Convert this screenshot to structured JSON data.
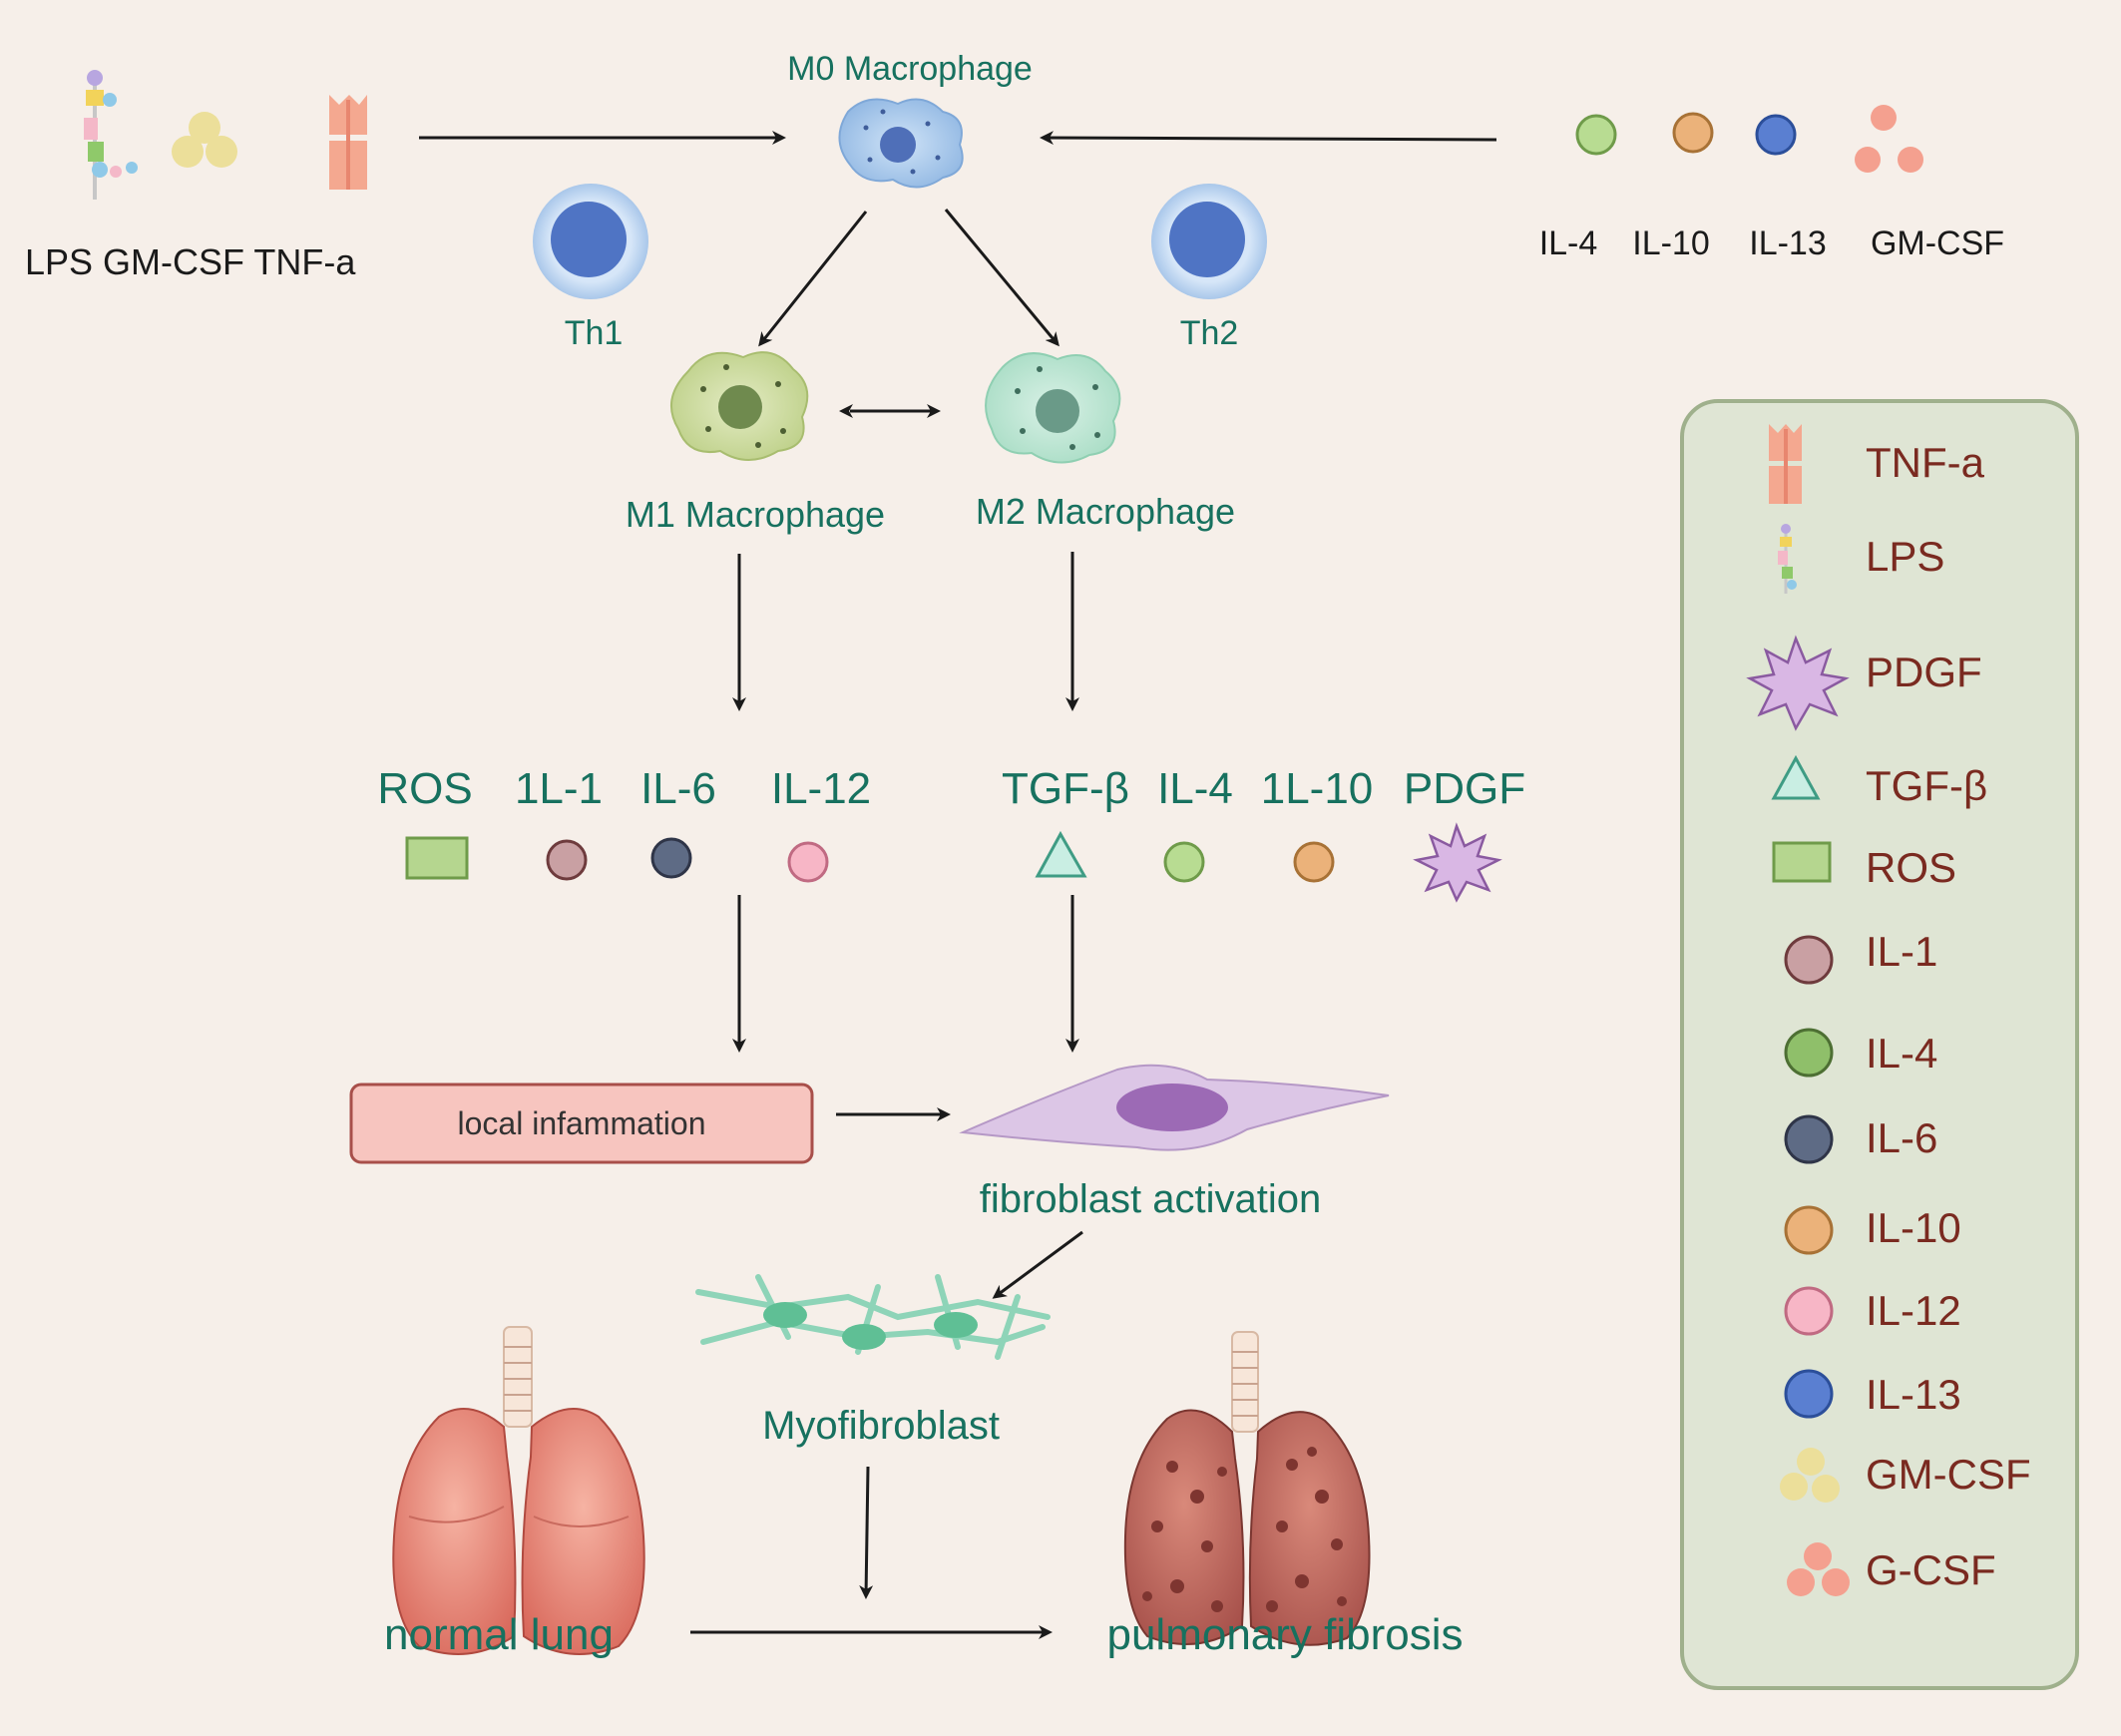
{
  "colors": {
    "background": "#f6efe9",
    "label_teal": "#17715f",
    "legend_text": "#7a2a20",
    "legend_box": "#dfe5d4",
    "legend_border": "#9fb08c",
    "inflammation_fill": "#f7c5bf",
    "inflammation_border": "#a84f4a"
  },
  "top": {
    "m0_label": "M0 Macrophage",
    "left_stimuli": "LPS GM-CSF TNF-a",
    "right_stimuli": [
      "IL-4",
      "IL-10",
      "IL-13",
      "GM-CSF"
    ],
    "th1_label": "Th1",
    "th2_label": "Th2"
  },
  "macrophages": {
    "m1_label": "M1 Macrophage",
    "m2_label": "M2 Macrophage"
  },
  "m1_factors": [
    "ROS",
    "1L-1",
    "IL-6",
    "IL-12"
  ],
  "m2_factors": [
    "TGF-β",
    "IL-4",
    "1L-10",
    "PDGF"
  ],
  "lower": {
    "inflammation_label": "local infammation",
    "fibroblast_label": "fibroblast activation",
    "myofibroblast_label": "Myofibroblast",
    "normal_lung_label": "normal lung",
    "fibrosis_label": "pulmonary fibrosis"
  },
  "legend": {
    "items": [
      {
        "label": "TNF-a",
        "icon": "tnf-receptor-icon"
      },
      {
        "label": "LPS",
        "icon": "lps-molecule-icon"
      },
      {
        "label": "PDGF",
        "icon": "star-icon",
        "color": "#c9a6d6"
      },
      {
        "label": "TGF-β",
        "icon": "triangle-icon",
        "color": "#8fd1c4"
      },
      {
        "label": "ROS",
        "icon": "rectangle-icon",
        "color": "#b5d68f"
      },
      {
        "label": "IL-1",
        "icon": "circle-icon",
        "color": "#c9a0a3"
      },
      {
        "label": "IL-4",
        "icon": "circle-icon",
        "color": "#8fbf6a"
      },
      {
        "label": "IL-6",
        "icon": "circle-icon",
        "color": "#5e6b85"
      },
      {
        "label": "IL-10",
        "icon": "circle-icon",
        "color": "#e6a866"
      },
      {
        "label": "IL-12",
        "icon": "circle-icon",
        "color": "#f2a8b8"
      },
      {
        "label": "IL-13",
        "icon": "circle-icon",
        "color": "#5a7fd1"
      },
      {
        "label": "GM-CSF",
        "icon": "cluster-icon",
        "color": "#ecdf9a"
      },
      {
        "label": "G-CSF",
        "icon": "cluster-icon",
        "color": "#f4a08f"
      }
    ]
  }
}
